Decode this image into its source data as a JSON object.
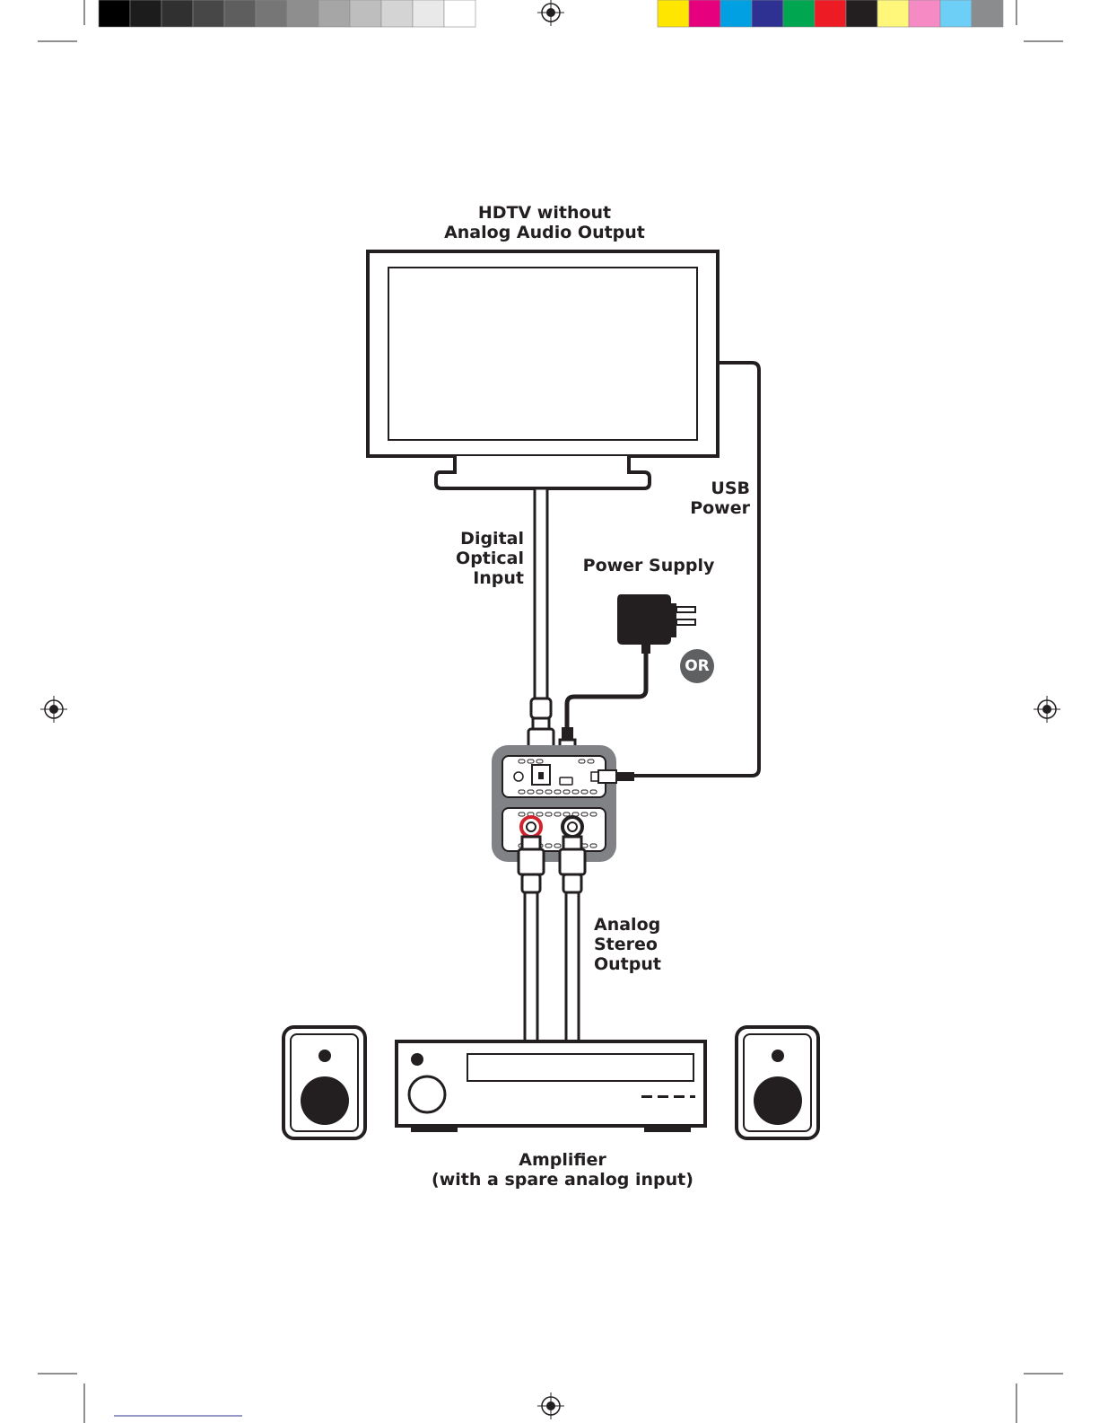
{
  "print_marks": {
    "grayscale_bar": [
      "#000000",
      "#1c1c1c",
      "#303030",
      "#474747",
      "#5e5e5e",
      "#767676",
      "#8e8e8e",
      "#a6a6a6",
      "#bebebe",
      "#d4d4d4",
      "#e9e9e9",
      "#ffffff"
    ],
    "color_bar": [
      "#ffe600",
      "#e6007e",
      "#00a0e3",
      "#2e3192",
      "#00a650",
      "#ed1c24",
      "#231f20",
      "#fff77a",
      "#f58ac5",
      "#6dcff6",
      "#8a8c8e"
    ],
    "registration_icon": "crosshair-circle-icon"
  },
  "diagram": {
    "tv_label": [
      "HDTV without",
      "Analog Audio Output"
    ],
    "optical_label": [
      "Digital",
      "Optical",
      "Input"
    ],
    "usb_label": [
      "USB",
      "Power"
    ],
    "power_supply_label": "Power Supply",
    "or_badge": "OR",
    "analog_label": [
      "Analog",
      "Stereo",
      "Output"
    ],
    "amplifier_label": [
      "Amplifier",
      "(with a spare analog input)"
    ]
  },
  "colors": {
    "line": "#231f20",
    "device_gray": "#808285",
    "rca_red": "#d2232a",
    "badge_gray": "#5f6062"
  }
}
